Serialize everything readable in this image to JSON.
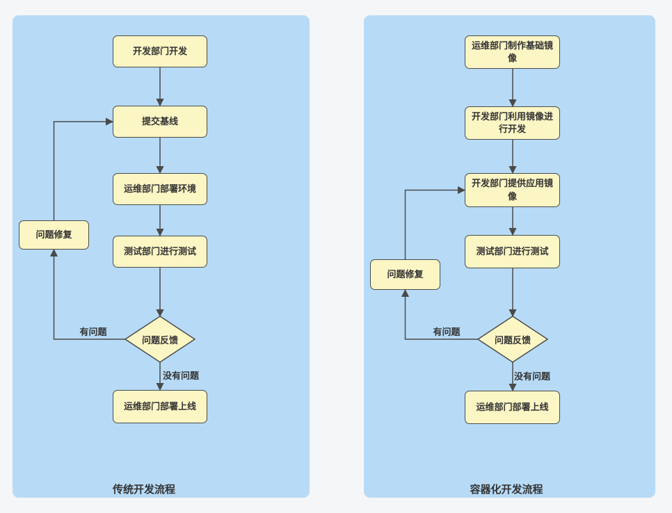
{
  "colors": {
    "page_background": "#f5f6f7",
    "panel_background": "#b7dbf7",
    "node_fill": "#fcf6c5",
    "node_border": "#4a4a4a",
    "arrow": "#4a4a4a",
    "text": "#333333"
  },
  "panels": [
    {
      "title": "传统开发流程",
      "nodes": {
        "step1": "开发部门开发",
        "step2": "提交基线",
        "step3": "运维部门部署环境",
        "step4": "测试部门进行测试",
        "decision": "问题反馈",
        "fix": "问题修复",
        "final": "运维部门部署上线"
      },
      "edge_labels": {
        "has_issue": "有问题",
        "no_issue": "没有问题"
      }
    },
    {
      "title": "容器化开发流程",
      "nodes": {
        "step1": "运维部门制作基础镜像",
        "step2": "开发部门利用镜像进行开发",
        "step3": "开发部门提供应用镜像",
        "step4": "测试部门进行测试",
        "decision": "问题反馈",
        "fix": "问题修复",
        "final": "运维部门部署上线"
      },
      "edge_labels": {
        "has_issue": "有问题",
        "no_issue": "没有问题"
      }
    }
  ]
}
